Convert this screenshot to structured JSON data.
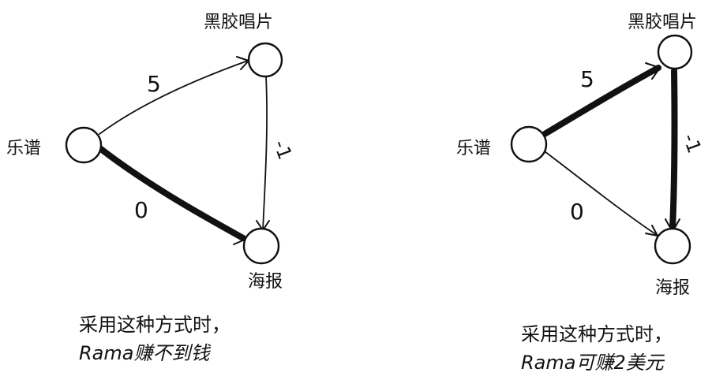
{
  "diagrams": [
    {
      "nodes": {
        "sheet": "乐谱",
        "record": "黑胶唱片",
        "poster": "海报"
      },
      "edges": [
        {
          "from": "sheet",
          "to": "record",
          "weight": "5",
          "bold": false
        },
        {
          "from": "record",
          "to": "poster",
          "weight": "-1",
          "bold": false
        },
        {
          "from": "sheet",
          "to": "poster",
          "weight": "0",
          "bold": true
        }
      ],
      "caption": [
        "采用这种方式时，",
        "Rama赚不到钱"
      ]
    },
    {
      "nodes": {
        "sheet": "乐谱",
        "record": "黑胶唱片",
        "poster": "海报"
      },
      "edges": [
        {
          "from": "sheet",
          "to": "record",
          "weight": "5",
          "bold": true
        },
        {
          "from": "record",
          "to": "poster",
          "weight": "-1",
          "bold": true
        },
        {
          "from": "sheet",
          "to": "poster",
          "weight": "0",
          "bold": false
        }
      ],
      "caption": [
        "采用这种方式时，",
        "Rama可赚2美元"
      ]
    }
  ]
}
